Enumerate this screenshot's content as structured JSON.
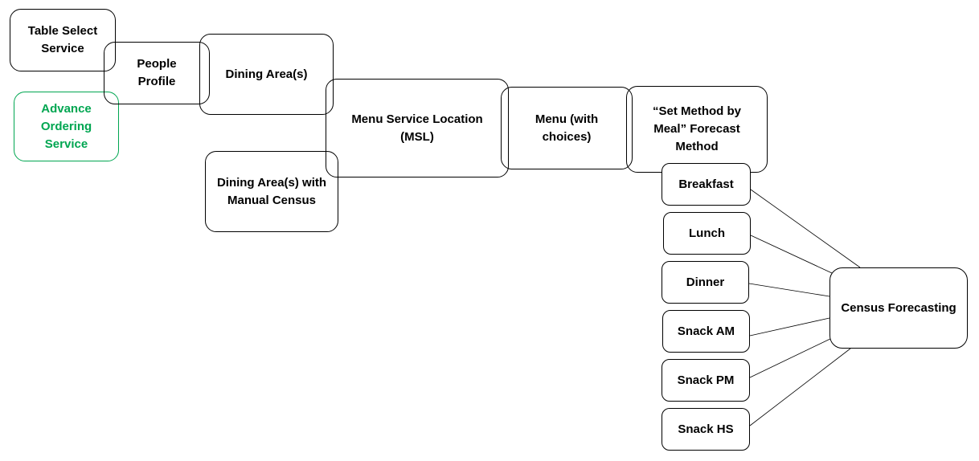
{
  "colors": {
    "stroke": "#000000",
    "accent_green": "#00a651"
  },
  "nodes": {
    "table_select_service": "Table Select\nService",
    "advance_ordering_service": "Advance\nOrdering\nService",
    "people_profile": "People\nProfile",
    "dining_areas": "Dining Area(s)",
    "dining_areas_manual": "Dining Area(s) with\nManual Census",
    "menu_service_location": "Menu Service Location\n(MSL)",
    "menu_with_choices": "Menu (with\nchoices)",
    "set_method": "“Set Method by\nMeal” Forecast\nMethod",
    "breakfast": "Breakfast",
    "lunch": "Lunch",
    "dinner": "Dinner",
    "snack_am": "Snack AM",
    "snack_pm": "Snack PM",
    "snack_hs": "Snack HS",
    "census_forecasting": "Census Forecasting"
  }
}
